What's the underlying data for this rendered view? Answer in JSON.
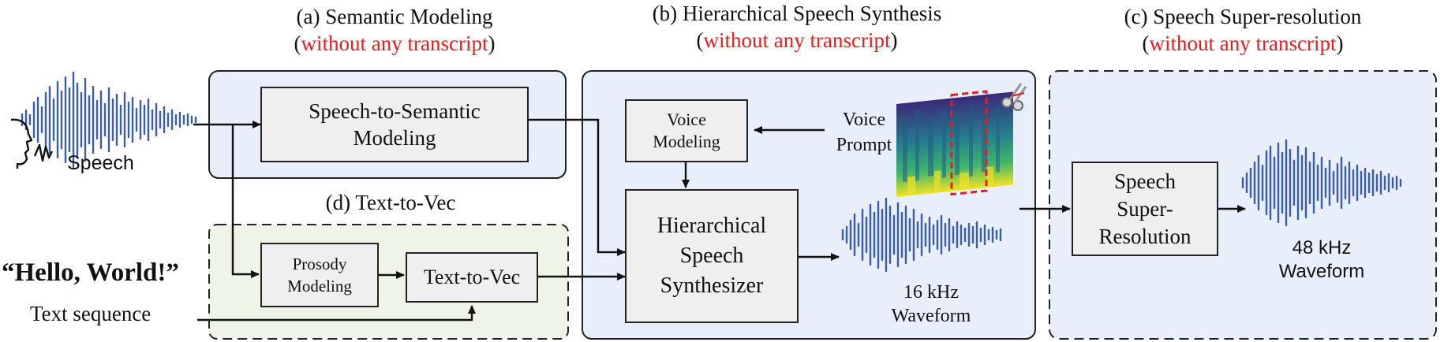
{
  "sections": {
    "semantic": {
      "title": "(a) Semantic Modeling",
      "subtitle_open": "(",
      "subtitle_red": "without any transcript",
      "subtitle_close": ")"
    },
    "synthesis": {
      "title": "(b) Hierarchical Speech Synthesis",
      "subtitle_open": "(",
      "subtitle_red": "without any transcript",
      "subtitle_close": ")"
    },
    "superres": {
      "title": "(c) Speech Super-resolution",
      "subtitle_open": "(",
      "subtitle_red": "without any transcript",
      "subtitle_close": ")"
    },
    "textvec": {
      "title": "(d) Text-to-Vec"
    }
  },
  "blocks": {
    "speech_to_semantic": "Speech-to-Semantic Modeling",
    "voice_modeling": "Voice Modeling",
    "hierarchical_synth": "Hierarchical Speech Synthesizer",
    "prosody_modeling": "Prosody Modeling",
    "text_to_vec": "Text-to-Vec",
    "speech_super_resolution": "Speech Super-Resolution"
  },
  "labels": {
    "speech": "Speech",
    "quote": "“Hello, World!”",
    "text_sequence": "Text sequence",
    "voice_prompt": "Voice Prompt",
    "wave16": "16 kHz Waveform",
    "wave48": "48 kHz Waveform"
  },
  "colors": {
    "semantic_bg": "#e8eefa",
    "synthesis_bg": "#e8eefa",
    "superres_bg": "#e8eefa",
    "textvec_bg": "#eef4e6",
    "waveform": "#3a5da8",
    "highlight": "#e02020"
  },
  "icons": [
    "speaking-head-icon",
    "scissors-icon"
  ]
}
